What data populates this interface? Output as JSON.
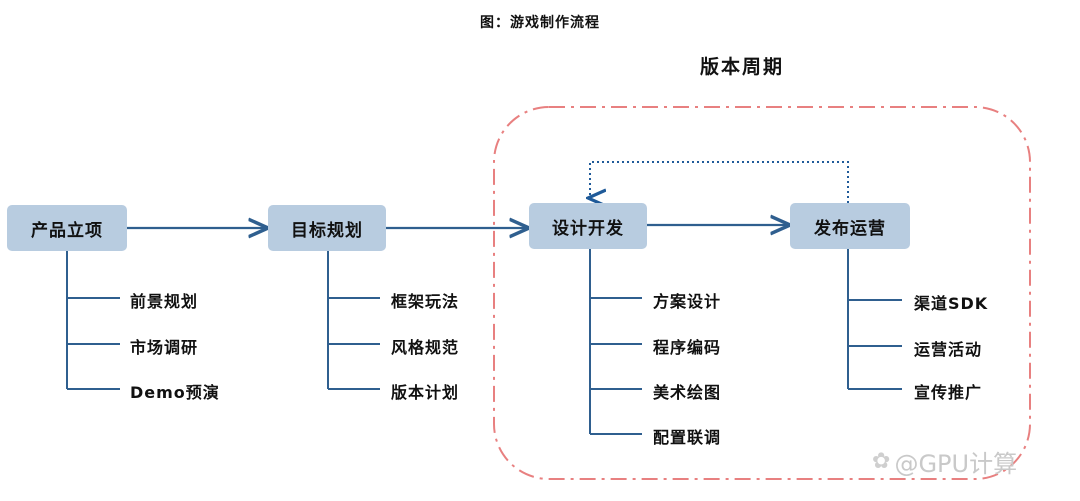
{
  "caption": "图：游戏制作流程",
  "version_cycle_title": "版本周期",
  "stages": [
    {
      "label": "产品立项",
      "items": [
        "前景规划",
        "市场调研",
        "Demo预演"
      ]
    },
    {
      "label": "目标规划",
      "items": [
        "框架玩法",
        "风格规范",
        "版本计划"
      ]
    },
    {
      "label": "设计开发",
      "items": [
        "方案设计",
        "程序编码",
        "美术绘图",
        "配置联调"
      ]
    },
    {
      "label": "发布运营",
      "items": [
        "渠道SDK",
        "运营活动",
        "宣传推广"
      ]
    }
  ],
  "watermark": "@GPU计算",
  "colors": {
    "box": "#b8cce0",
    "arrow": "#2f5f8f",
    "tree_line": "#2f5f8f",
    "loop": "#e06666",
    "feedback": "#1f5a99"
  }
}
